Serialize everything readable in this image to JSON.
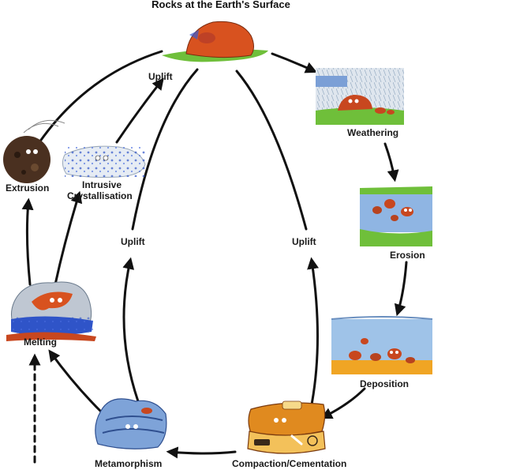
{
  "title": "Rocks at the Earth's Surface",
  "stages": {
    "weathering": "Weathering",
    "erosion": "Erosion",
    "deposition": "Deposition",
    "compaction": "Compaction/Cementation",
    "metamorphism": "Metamorphism",
    "melting": "Melting",
    "extrusion": "Extrusion",
    "intrusive_line1": "Intrusive",
    "intrusive_line2": "Crystallisation"
  },
  "uplift_labels": {
    "top": "Uplift",
    "left": "Uplift",
    "right": "Uplift"
  }
}
